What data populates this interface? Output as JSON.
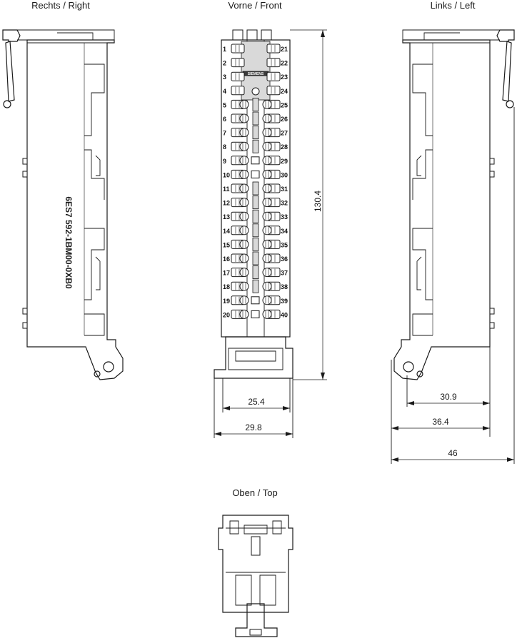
{
  "views": {
    "right": {
      "title": "Rechts / Right",
      "part_number": "6ES7 592-1BM00-0XB0"
    },
    "front": {
      "title": "Vorne / Front",
      "brand": "SIEMENS"
    },
    "left": {
      "title": "Links / Left"
    },
    "top": {
      "title": "Oben / Top"
    }
  },
  "terminals": {
    "left_column": [
      "1",
      "2",
      "3",
      "4",
      "5",
      "6",
      "7",
      "8",
      "9",
      "10",
      "11",
      "12",
      "13",
      "14",
      "15",
      "16",
      "17",
      "18",
      "19",
      "20"
    ],
    "right_column": [
      "21",
      "22",
      "23",
      "24",
      "25",
      "26",
      "27",
      "28",
      "29",
      "30",
      "31",
      "32",
      "33",
      "34",
      "35",
      "36",
      "37",
      "38",
      "39",
      "40"
    ]
  },
  "dimensions": {
    "height": "130.4",
    "front_inner_width": "25.4",
    "front_outer_width": "29.8",
    "side_depth_1": "30.9",
    "side_depth_2": "36.4",
    "side_depth_3": "46"
  }
}
